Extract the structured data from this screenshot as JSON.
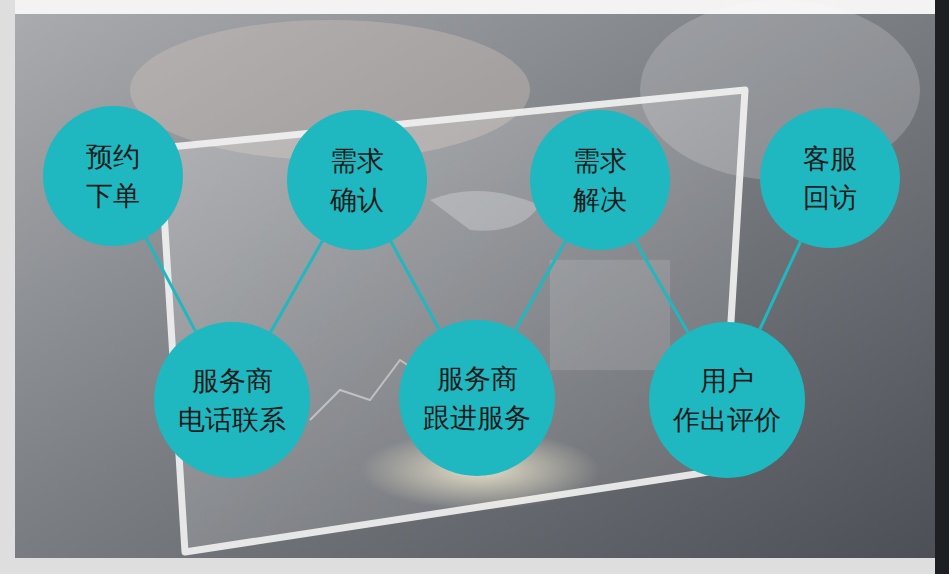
{
  "diagram": {
    "nodes": [
      {
        "text": [
          "预约 下单"
        ]
      },
      {
        "text": [
          "服务商 电话联系"
        ]
      },
      {
        "text": [
          "需求 确认"
        ]
      },
      {
        "text": [
          "服务商 跟进服务"
        ]
      },
      {
        "text": [
          "需求 解决"
        ]
      },
      {
        "text": [
          "用户 作出评价"
        ]
      },
      {
        "text": [
          "客服 回访"
        ]
      }
    ],
    "edges": [
      {
        "from": 0,
        "to": 1,
        "arrow": "none"
      },
      {
        "from": 1,
        "to": 2,
        "arrow": "none"
      },
      {
        "from": 2,
        "to": 3,
        "arrow": "none"
      },
      {
        "from": 3,
        "to": 4,
        "arrow": "none"
      },
      {
        "from": 4,
        "to": 5,
        "arrow": "none"
      },
      {
        "from": 5,
        "to": 6,
        "arrow": "none"
      }
    ]
  }
}
